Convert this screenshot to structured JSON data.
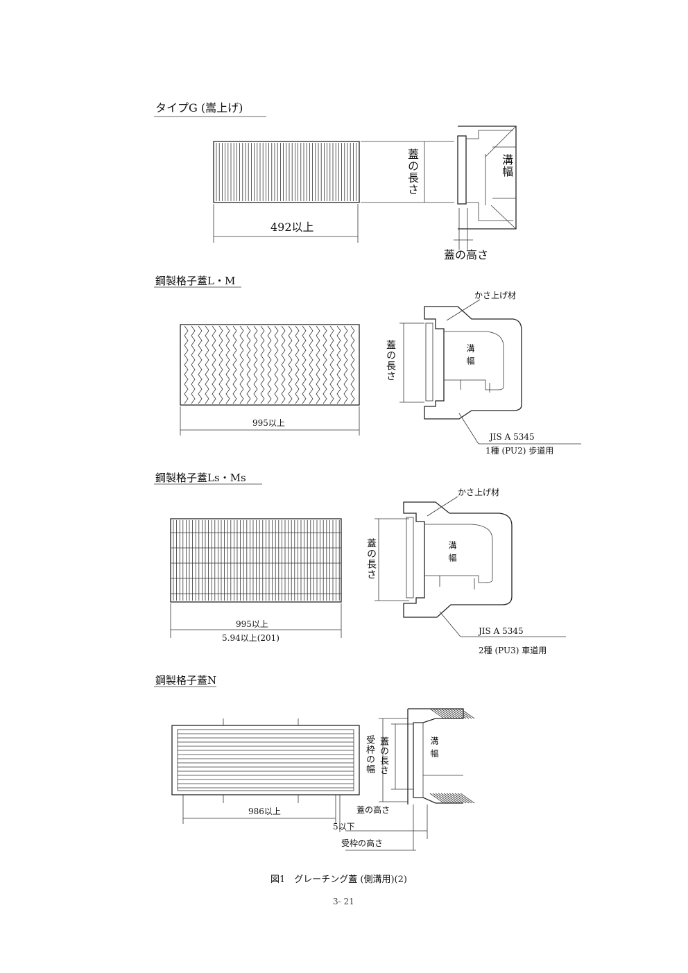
{
  "sections": {
    "g": {
      "title": "タイプG (嵩上げ)",
      "width_dim": "492以上",
      "length_label": "蓋の長さ",
      "groove_label": "溝幅",
      "height_label": "蓋の高さ"
    },
    "lm": {
      "title": "鋼製格子蓋L・M",
      "width_dim": "995以上",
      "length_label": "蓋の長さ",
      "groove_label": "溝 幅",
      "raise_label": "かさ上げ材",
      "jis": "JIS A 5345",
      "type": "1種 (PU2) 歩道用"
    },
    "lsms": {
      "title": "鋼製格子蓋Ls・Ms",
      "width_dim": "995以上",
      "width_dim2": "5.94以上(201)",
      "length_label": "蓋の長さ",
      "groove_label": "溝 幅",
      "raise_label": "かさ上げ材",
      "jis": "JIS A 5345",
      "type": "2種 (PU3) 車道用"
    },
    "n": {
      "title": "鋼製格子蓋N",
      "width_dim": "986以上",
      "frame_width_label": "受枠の幅",
      "length_label": "蓋の長さ",
      "groove_label": "溝 幅",
      "height_label": "蓋の高さ",
      "gap_label": "5以下",
      "frame_height_label": "受枠の高さ"
    }
  },
  "caption": "図1　グレーチング蓋 (側溝用)(2)",
  "page_number": "3- 21"
}
